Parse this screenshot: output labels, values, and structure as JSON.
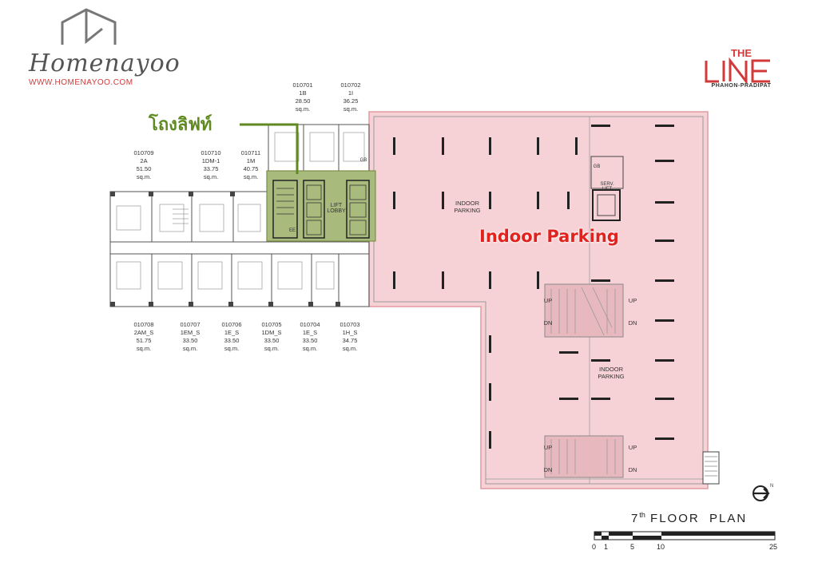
{
  "brand": {
    "name": "Homenayoo",
    "url": "WWW.HOMENAYOO.COM"
  },
  "project": {
    "logo_text": "THE LINE",
    "logo_sub": "PHAHON-PRADIPAT",
    "accent": "#e0231f"
  },
  "callouts": {
    "lift_lobby_thai": "โถงลิฟท์",
    "indoor_parking": "Indoor Parking"
  },
  "plan_labels": {
    "indoor_parking_1": "INDOOR\nPARKING",
    "indoor_parking_2": "INDOOR\nPARKING",
    "lift_lobby": "LIFT\nLOBBY",
    "serv_lift": "SERV.\nLIFT",
    "gb1": "GB",
    "gb2": "GB",
    "ee": "EE",
    "up1": "UP",
    "dn1": "DN",
    "up2": "UP",
    "dn2": "DN",
    "up3": "UP",
    "dn3": "DN",
    "up4": "UP",
    "dn4": "DN"
  },
  "units_top": [
    {
      "code": "010701",
      "type": "1B",
      "area": "28.50",
      "unit": "sq.m."
    },
    {
      "code": "010702",
      "type": "1I",
      "area": "36.25",
      "unit": "sq.m."
    },
    {
      "code": "010709",
      "type": "2A",
      "area": "51.50",
      "unit": "sq.m."
    },
    {
      "code": "010710",
      "type": "1DM-1",
      "area": "33.75",
      "unit": "sq.m."
    },
    {
      "code": "010711",
      "type": "1M",
      "area": "40.75",
      "unit": "sq.m."
    }
  ],
  "units_bottom": [
    {
      "code": "010708",
      "type": "2AM_S",
      "area": "51.75",
      "unit": "sq.m."
    },
    {
      "code": "010707",
      "type": "1EM_S",
      "area": "33.50",
      "unit": "sq.m."
    },
    {
      "code": "010706",
      "type": "1E_S",
      "area": "33.50",
      "unit": "sq.m."
    },
    {
      "code": "010705",
      "type": "1DM_S",
      "area": "33.50",
      "unit": "sq.m."
    },
    {
      "code": "010704",
      "type": "1E_S",
      "area": "33.50",
      "unit": "sq.m."
    },
    {
      "code": "010703",
      "type": "1H_S",
      "area": "34.75",
      "unit": "sq.m."
    }
  ],
  "floor_plan": {
    "ordinal": "7",
    "suffix": "th",
    "title": "FLOOR  PLAN",
    "north": "N"
  },
  "scale": {
    "labels": [
      "0",
      "1",
      "5",
      "10",
      "25"
    ]
  },
  "colors": {
    "parking_fill": "#f6d2d6",
    "parking_stroke": "#e29aa2",
    "lobby_fill": "#a9bb7c",
    "lobby_text": "#5f8a22"
  }
}
